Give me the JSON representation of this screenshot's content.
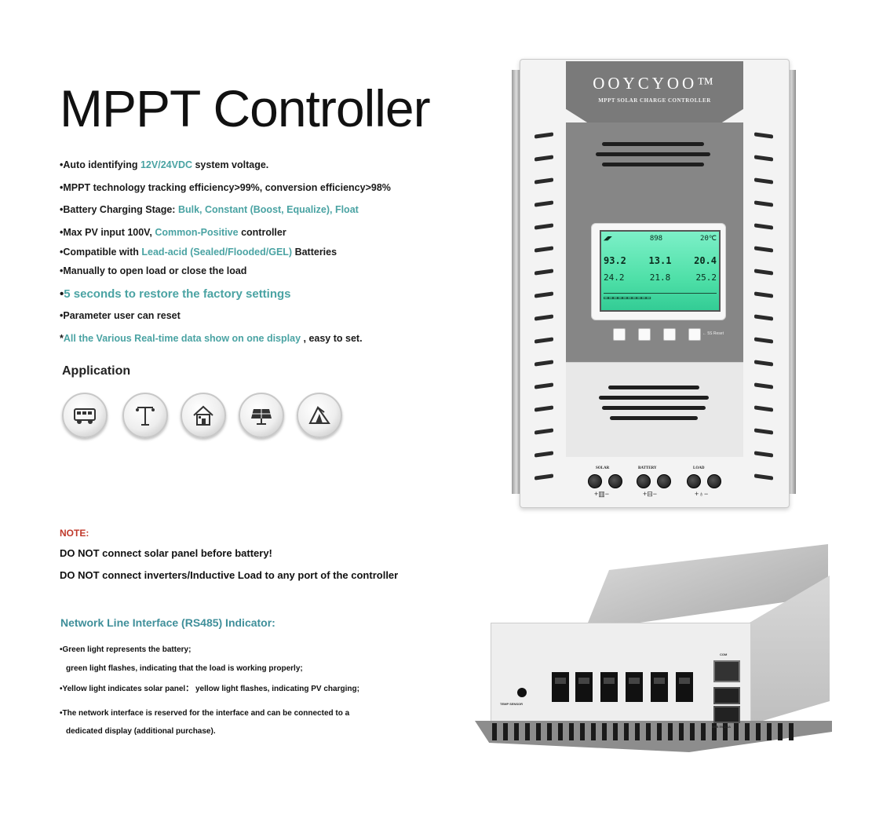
{
  "title": "MPPT Controller",
  "features": [
    {
      "parts": [
        {
          "t": "•Auto identifying "
        },
        {
          "t": "12V/24VDC",
          "hl": true
        },
        {
          "t": " system voltage."
        }
      ]
    },
    {
      "parts": [
        {
          "t": "•MPPT technology tracking efficiency>99%, conversion efficiency>98%"
        }
      ]
    },
    {
      "parts": [
        {
          "t": "•Battery Charging Stage: "
        },
        {
          "t": "Bulk, Constant (Boost, Equalize), Float",
          "hl": true
        }
      ]
    },
    {
      "parts": [
        {
          "t": "•Max PV input 100V, "
        },
        {
          "t": "Common-Positive",
          "hl": true
        },
        {
          "t": " controller"
        }
      ]
    },
    {
      "parts": [
        {
          "t": "•Compatible with "
        },
        {
          "t": "Lead-acid (Sealed/Flooded/GEL)",
          "hl": true
        },
        {
          "t": " Batteries"
        }
      ]
    },
    {
      "parts": [
        {
          "t": "•Manually to open load or close the load"
        }
      ]
    },
    {
      "parts": [
        {
          "t": "•"
        },
        {
          "t": "5 seconds to restore the factory settings",
          "hl": true
        }
      ],
      "big": true
    },
    {
      "parts": [
        {
          "t": "•Parameter user can reset"
        }
      ]
    },
    {
      "parts": [
        {
          "t": "*"
        },
        {
          "t": "All the Various Real-time data show on one display",
          "hl": true
        },
        {
          "t": " , easy to set."
        }
      ]
    }
  ],
  "application": {
    "heading": "Application",
    "icons": [
      "rv-icon",
      "street-light-icon",
      "house-icon",
      "solar-panel-icon",
      "tent-icon"
    ]
  },
  "note": {
    "label": "NOTE:",
    "lines": [
      "DO NOT connect solar panel before battery!",
      "DO NOT connect inverters/Inductive Load to any port of the controller"
    ]
  },
  "rs485": {
    "heading": "Network Line Interface (RS485) Indicator:",
    "lines": [
      "•Green light represents the battery;",
      "green light flashes, indicating that the load is working properly;",
      "•Yellow light indicates solar panel： yellow light flashes, indicating PV charging;",
      "•The network interface is reserved for the interface and can be connected to a",
      "dedicated display (additional purchase)."
    ]
  },
  "device": {
    "brand": "OOYCYOO™",
    "subtitle": "MPPT SOLAR CHARGE CONTROLLER",
    "lcd": {
      "row1": [
        "898",
        "20℃"
      ],
      "row2": [
        "93.2",
        "13.1",
        "20.4"
      ],
      "row3": [
        "24.2",
        "21.8",
        "25.2"
      ]
    },
    "key_hint": "← 5S Reset",
    "ports": [
      "SOLAR",
      "BATTERY",
      "LOAD"
    ],
    "port_symbols": [
      "+▥−",
      "+⊟−",
      "+♁−"
    ],
    "back_labels": {
      "com": "COM",
      "usb": "USB 5V 2.4A",
      "temp": "TEMP SENSOR"
    }
  },
  "colors": {
    "highlight": "#4aa3a3",
    "note": "#c0392b",
    "rs485": "#3f8f9a",
    "lcd": "#4fe0a8"
  }
}
